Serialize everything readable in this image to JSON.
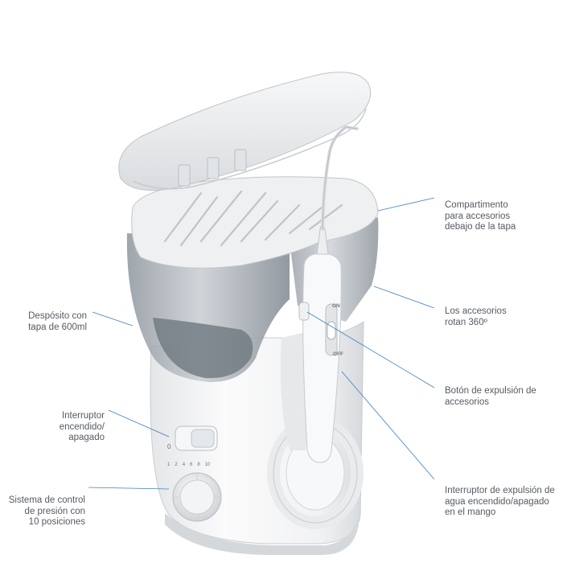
{
  "callouts": [
    {
      "id": "accessory-compartment",
      "text": "Compartimento\npara accesorios\ndebajo de la tapa"
    },
    {
      "id": "rotate-360",
      "text": "Los accesorios\nrotan 360º"
    },
    {
      "id": "eject-button",
      "text": "Botón de expulsión de\naccesorios"
    },
    {
      "id": "handle-switch",
      "text": "Interruptor de expulsión de\nagua encendido/apagado\nen el mango"
    },
    {
      "id": "reservoir",
      "text": "Despósito con\ntapa de 600ml"
    },
    {
      "id": "power-switch",
      "text": "Interruptor\nencendido/\napagado"
    },
    {
      "id": "pressure-control",
      "text": "Sistema de control\nde presión con\n10 posiciones"
    }
  ],
  "handle_switch": {
    "on": "ON",
    "off": "OFF"
  },
  "power_switch_mark": "0",
  "dial_scale": [
    "1",
    "2",
    "4",
    "6",
    "8",
    "10"
  ],
  "colors": {
    "leader": "#3f7fc4",
    "text": "#555b63",
    "body": "#f4f5f6",
    "reservoir": "#9aa3ab"
  }
}
